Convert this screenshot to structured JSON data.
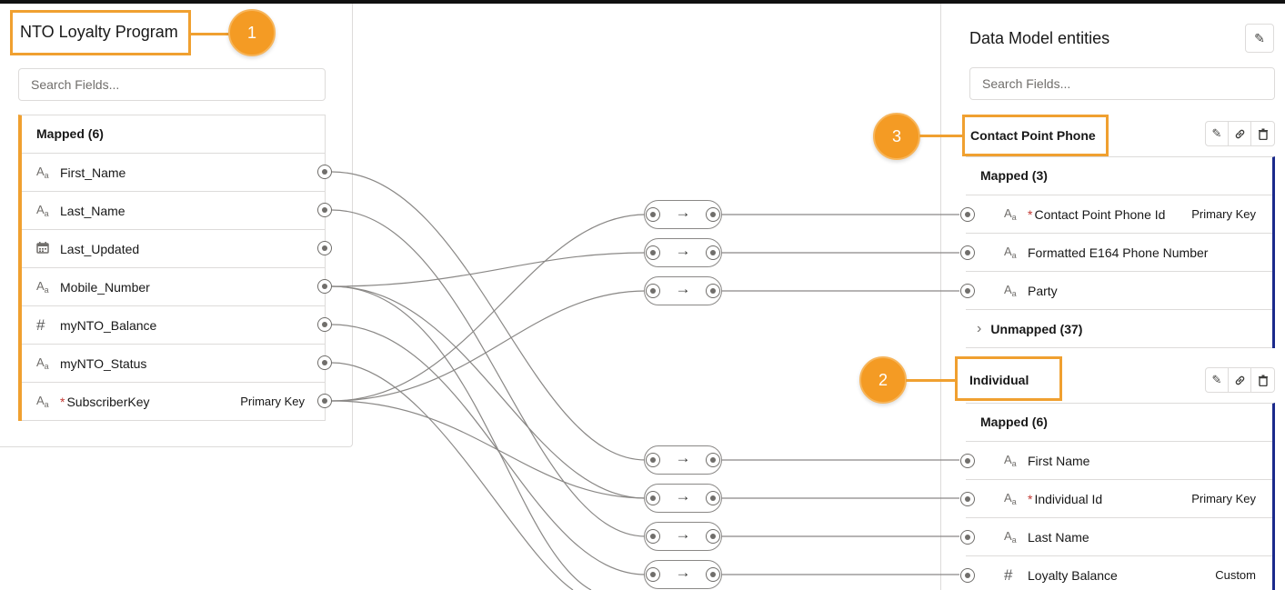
{
  "source": {
    "title": "NTO Loyalty Program",
    "search_placeholder": "Search Fields...",
    "mapped_header": "Mapped (6)",
    "fields": [
      {
        "icon": "text-type-icon",
        "label": "First_Name",
        "required": false,
        "tag": ""
      },
      {
        "icon": "text-type-icon",
        "label": "Last_Name",
        "required": false,
        "tag": ""
      },
      {
        "icon": "date-type-icon",
        "label": "Last_Updated",
        "required": false,
        "tag": ""
      },
      {
        "icon": "text-type-icon",
        "label": "Mobile_Number",
        "required": false,
        "tag": ""
      },
      {
        "icon": "number-type-icon",
        "label": "myNTO_Balance",
        "required": false,
        "tag": ""
      },
      {
        "icon": "text-type-icon",
        "label": "myNTO_Status",
        "required": false,
        "tag": ""
      },
      {
        "icon": "text-type-icon",
        "label": "SubscriberKey",
        "required": true,
        "tag": "Primary Key"
      }
    ]
  },
  "callouts": {
    "one": "1",
    "two": "2",
    "three": "3"
  },
  "target": {
    "title": "Data Model entities",
    "search_placeholder": "Search Fields...",
    "entities": [
      {
        "name": "Contact Point Phone",
        "mapped_header": "Mapped (3)",
        "fields": [
          {
            "label": "Contact Point Phone Id",
            "required": true,
            "tag": "Primary Key"
          },
          {
            "label": "Formatted E164 Phone Number",
            "required": false,
            "tag": ""
          },
          {
            "label": "Party",
            "required": false,
            "tag": ""
          }
        ],
        "unmapped_header": "Unmapped (37)"
      },
      {
        "name": "Individual",
        "mapped_header": "Mapped (6)",
        "fields": [
          {
            "label": "First Name",
            "required": false,
            "tag": ""
          },
          {
            "label": "Individual Id",
            "required": true,
            "tag": "Primary Key"
          },
          {
            "label": "Last Name",
            "required": false,
            "tag": ""
          },
          {
            "label": "Loyalty Balance",
            "required": false,
            "tag": "Custom"
          }
        ]
      }
    ]
  },
  "transform_symbol": "→",
  "required_marker": "*",
  "icon_glyphs": {
    "edit": "✎",
    "link": "🔗",
    "delete": "🗑",
    "chevron": "›"
  },
  "colors": {
    "highlight": "#f0a030",
    "callout": "#f49b24",
    "entity_bar": "#1b2a8c",
    "source_bar": "#f0a030"
  }
}
